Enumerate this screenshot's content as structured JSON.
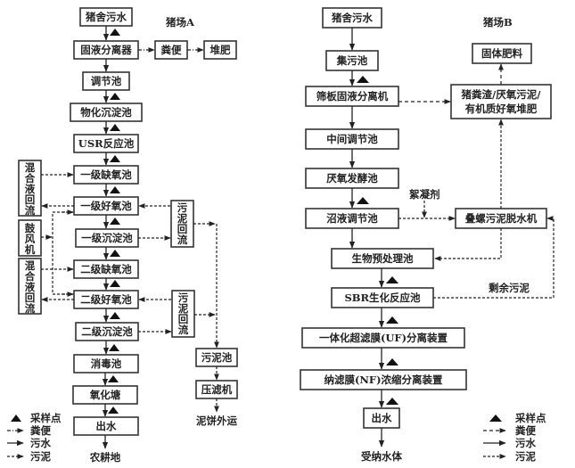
{
  "farmA": {
    "title": "猪场A",
    "nodes": {
      "source": "猪舍污水",
      "separator": "固液分离器",
      "manure": "粪便",
      "compost": "堆肥",
      "regulating": "调节池",
      "physchem": "物化沉淀池",
      "usr": "USR反应池",
      "anoxic1": "一级缺氧池",
      "aerobic1": "一级好氧池",
      "settle1": "一级沉淀池",
      "anoxic2": "二级缺氧池",
      "aerobic2": "二级好氧池",
      "settle2": "二级沉淀池",
      "disinfect": "消毒池",
      "oxpond": "氧化塘",
      "effluent": "出水",
      "mix1": [
        "混",
        "合",
        "液",
        "回",
        "流"
      ],
      "blower": [
        "鼓",
        "风",
        "机"
      ],
      "mix2": [
        "混",
        "合",
        "液",
        "回",
        "流"
      ],
      "sludgeReturn1": [
        "污",
        "泥",
        "回",
        "流"
      ],
      "sludgeReturn2": [
        "污",
        "泥",
        "回",
        "流"
      ],
      "sludgePool": "污泥池",
      "filterPress": "压滤机",
      "cakeOut": "泥饼外运",
      "farmland": "农耕地"
    }
  },
  "farmB": {
    "title": "猪场B",
    "nodes": {
      "source": "猪舍污水",
      "collect": "集污池",
      "sieve": "筛板固液分离机",
      "midReg": "中间调节池",
      "anaerobic": "厌氧发酵池",
      "biogasReg": "沼液调节池",
      "bioPre": "生物预处理池",
      "sbr": "SBR生化反应池",
      "uf": "一体化超滤膜(UF)分离装置",
      "nf": "纳滤膜(NF)浓缩分离装置",
      "effluent": "出水",
      "receiving": "受纳水体",
      "solidFert": "固体肥料",
      "composting1": "猪粪渣/厌氧污泥/",
      "composting2": "有机质好氧堆肥",
      "screwPress": "叠螺污泥脱水机",
      "flocculant": "絮凝剂",
      "excessSludge": "剩余污泥"
    }
  },
  "legend": {
    "sampling": "采样点",
    "manure": "粪便",
    "sewage": "污水",
    "sludge": "污泥"
  }
}
